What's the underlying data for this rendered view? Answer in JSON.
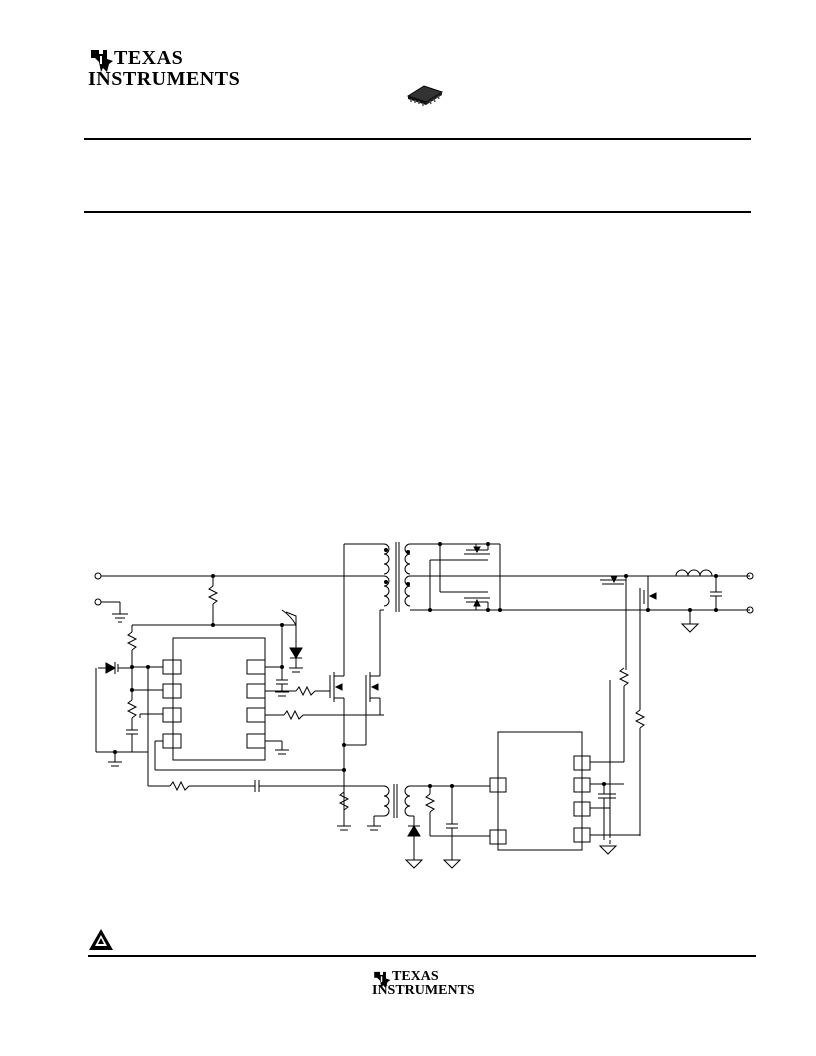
{
  "header": {
    "logo": {
      "line1": "TEXAS",
      "line2": "INSTRUMENTS",
      "icon": "ti-logo-icon"
    },
    "package_icon": "soic-8-package-icon"
  },
  "schematic": {
    "description_icon": "flyback-converter-schematic",
    "stroke_color": "#000000"
  },
  "footer": {
    "warning_icon": "esd-warning-triangle-icon",
    "logo": {
      "line1": "TEXAS",
      "line2": "INSTRUMENTS",
      "icon": "ti-logo-icon"
    }
  }
}
